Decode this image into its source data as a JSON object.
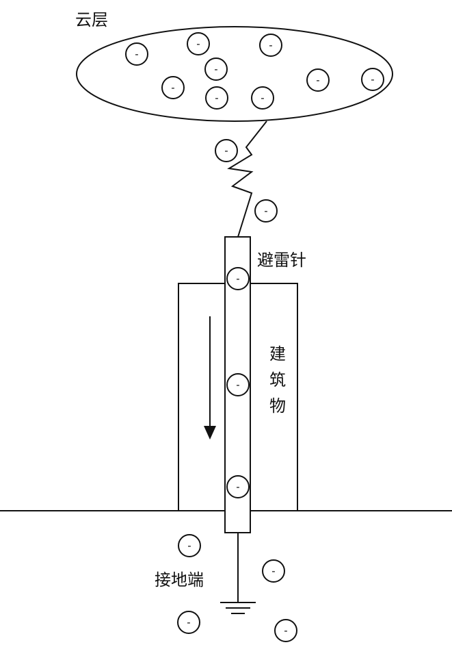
{
  "labels": {
    "cloud": "云层",
    "rod": "避雷针",
    "building": "建筑物",
    "ground_end": "接地端"
  },
  "charge_symbol": "-",
  "colors": {
    "stroke": "#111111",
    "background": "#ffffff"
  }
}
